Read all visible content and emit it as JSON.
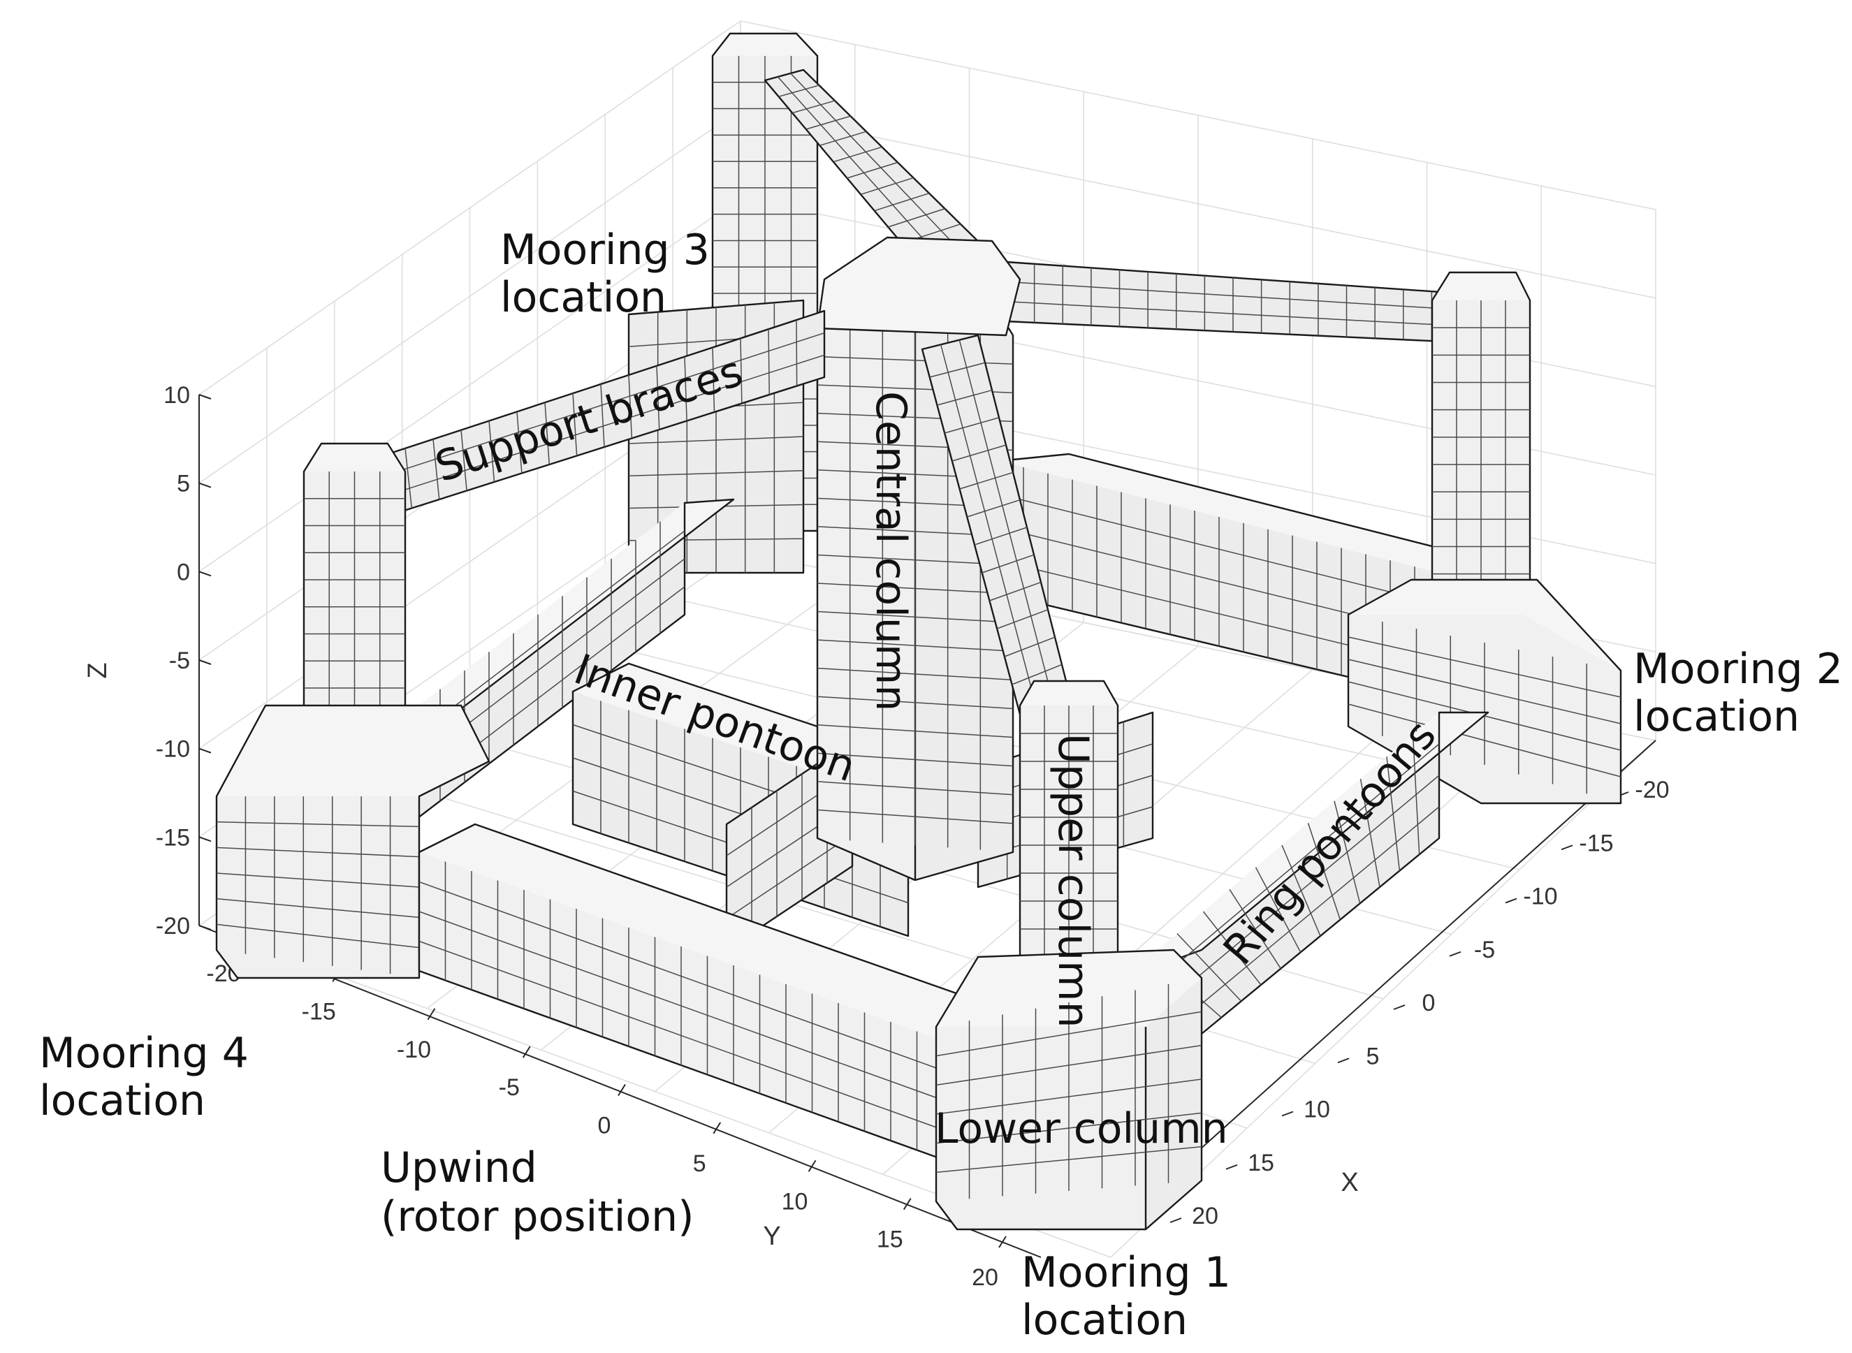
{
  "axes": {
    "z": {
      "name": "Z",
      "ticks": [
        "10",
        "5",
        "0",
        "-5",
        "-10",
        "-15",
        "-20"
      ]
    },
    "y": {
      "name": "Y",
      "ticks": [
        "-20",
        "-15",
        "-10",
        "-5",
        "0",
        "5",
        "10",
        "15",
        "20"
      ]
    },
    "x": {
      "name": "X",
      "ticks": [
        "-20",
        "-15",
        "-10",
        "-5",
        "0",
        "5",
        "10",
        "15",
        "20"
      ]
    }
  },
  "labels": {
    "mooring3": [
      "Mooring 3",
      "location"
    ],
    "mooring2": [
      "Mooring 2",
      "location"
    ],
    "mooring4": [
      "Mooring 4",
      "location"
    ],
    "mooring1": [
      "Mooring 1",
      "location"
    ],
    "upwind": [
      "Upwind",
      "(rotor position)"
    ],
    "support_braces": "Support braces",
    "central_column": "Central column",
    "inner_pontoon": "Inner pontoon",
    "upper_column": "Upper column",
    "ring_pontoons": "Ring pontoons",
    "lower_column": "Lower column"
  }
}
